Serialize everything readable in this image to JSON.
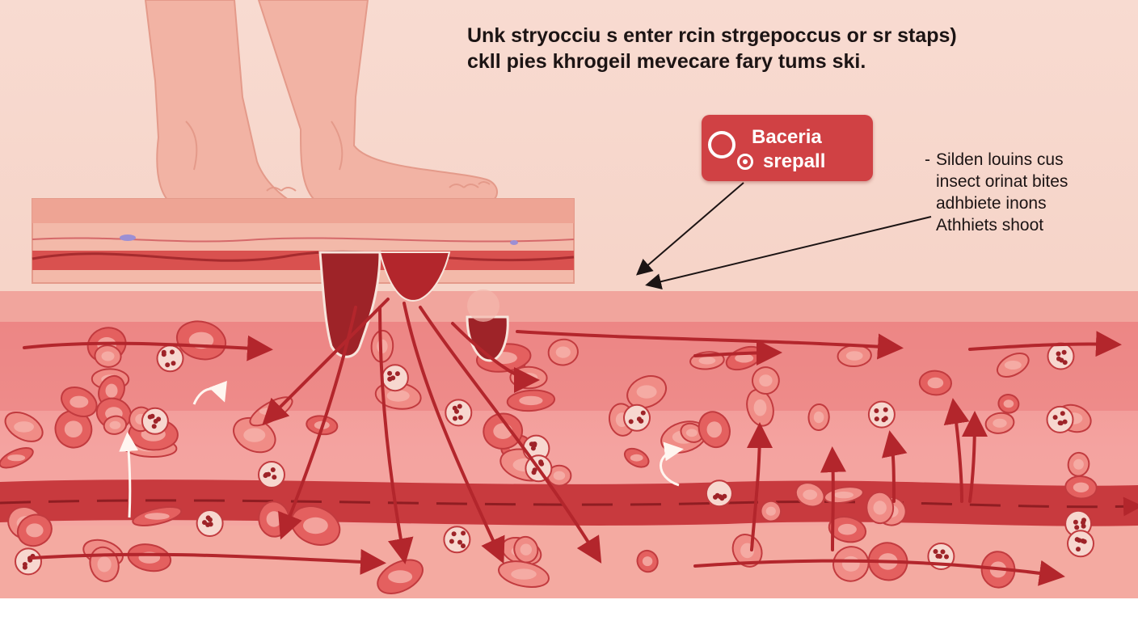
{
  "headline": {
    "line1": "Unk stryocciu s enter rcin strgepoccus or sr staps)",
    "line2": "ckll pies khrogeil mevecare fary tums ski."
  },
  "badge": {
    "line1": "Baceria",
    "line2": "srepall",
    "color": "#d04144"
  },
  "causes": {
    "items": [
      "Silden louins cus",
      "insect orinat bites",
      "adhbiete inons",
      "Athhiets shoot"
    ],
    "marker": "-"
  },
  "palette": {
    "background": "#f6d3c8",
    "skin": "#f2b3a6",
    "tissue": "#ef9a94",
    "vessel": "#c0393f",
    "deep_red": "#9e2328"
  }
}
